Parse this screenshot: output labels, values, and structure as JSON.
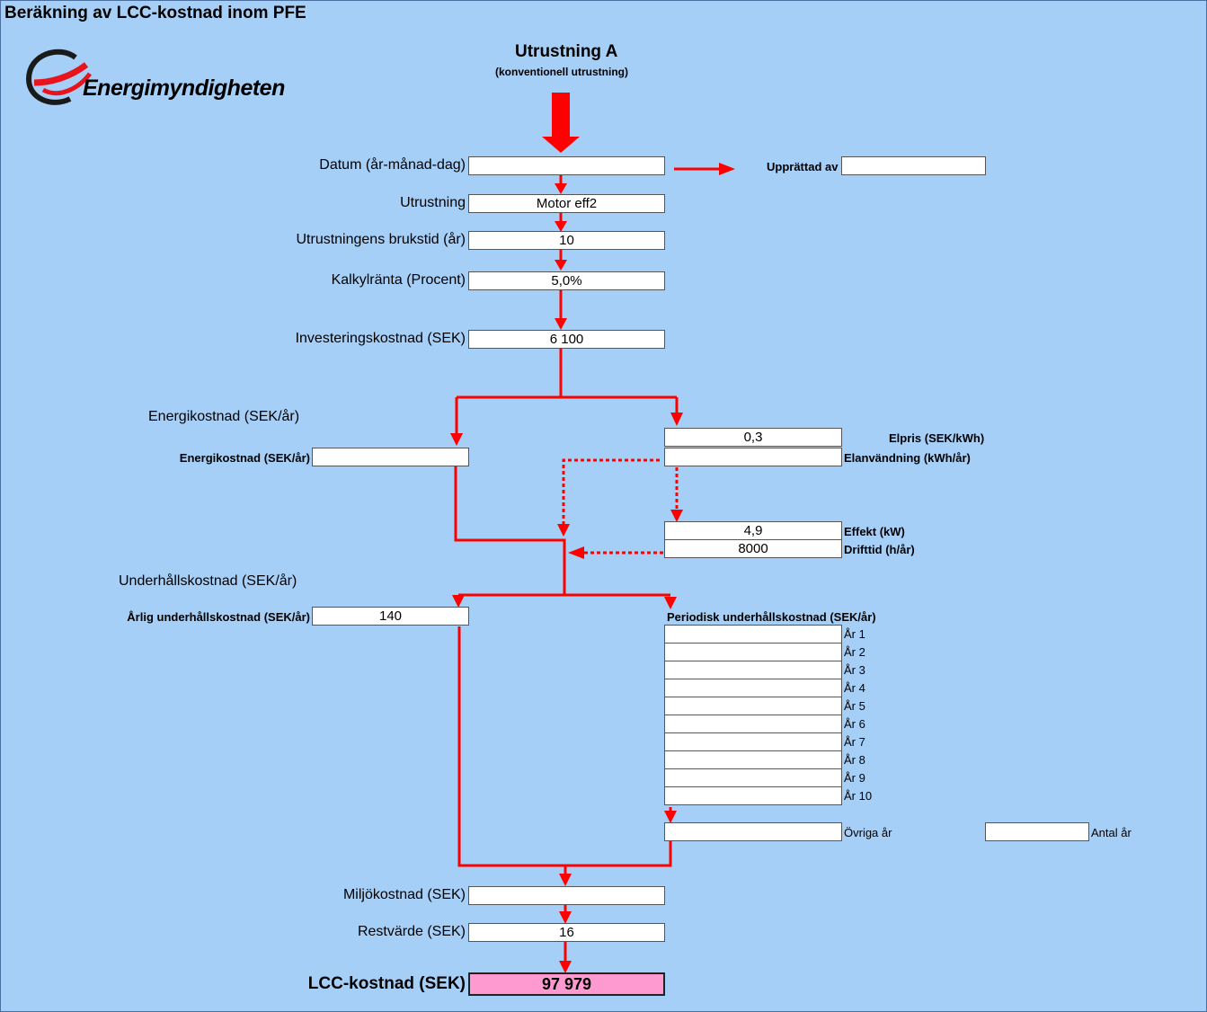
{
  "page_title": "Beräkning av LCC-kostnad inom PFE",
  "logo": {
    "name": "Energimyndigheten",
    "accent": "#e8141d"
  },
  "equipment": {
    "title": "Utrustning A",
    "subtitle": "(konventionell utrustning)"
  },
  "fields": {
    "datum": {
      "label": "Datum (år-månad-dag)",
      "value": ""
    },
    "upprattad_av": {
      "label": "Upprättad av",
      "value": ""
    },
    "utrustning": {
      "label": "Utrustning",
      "value": "Motor eff2"
    },
    "brukstid": {
      "label": "Utrustningens brukstid (år)",
      "value": "10"
    },
    "kalkylranta": {
      "label": "Kalkylränta (Procent)",
      "value": "5,0%"
    },
    "investering": {
      "label": "Investeringskostnad (SEK)",
      "value": "6 100"
    }
  },
  "energy": {
    "heading": "Energikostnad (SEK/år)",
    "cost_label": "Energikostnad (SEK/år)",
    "cost_value": "",
    "elpris_label": "Elpris (SEK/kWh)",
    "elpris_value": "0,3",
    "elanvandning_label": "Elanvändning (kWh/år)",
    "elanvandning_value": "",
    "effekt_label": "Effekt (kW)",
    "effekt_value": "4,9",
    "drifttid_label": "Drifttid (h/år)",
    "drifttid_value": "8000"
  },
  "maintenance": {
    "heading": "Underhållskostnad (SEK/år)",
    "annual_label": "Årlig underhållskostnad (SEK/år)",
    "annual_value": "140",
    "periodic_label": "Periodisk underhållskostnad (SEK/år)",
    "years": [
      {
        "label": "År 1",
        "value": ""
      },
      {
        "label": "År 2",
        "value": ""
      },
      {
        "label": "År 3",
        "value": ""
      },
      {
        "label": "År 4",
        "value": ""
      },
      {
        "label": "År 5",
        "value": ""
      },
      {
        "label": "År 6",
        "value": ""
      },
      {
        "label": "År 7",
        "value": ""
      },
      {
        "label": "År 8",
        "value": ""
      },
      {
        "label": "År 9",
        "value": ""
      },
      {
        "label": "År 10",
        "value": ""
      }
    ],
    "ovriga_label": "Övriga år",
    "ovriga_value": "",
    "antal_label": "Antal år",
    "antal_value": ""
  },
  "miljo": {
    "label": "Miljökostnad (SEK)",
    "value": ""
  },
  "restvarde": {
    "label": "Restvärde (SEK)",
    "value": "16"
  },
  "lcc": {
    "label": "LCC-kostnad (SEK)",
    "value": "97 979",
    "highlight": "#ff9ad0"
  },
  "colors": {
    "background": "#a6cff7",
    "arrow": "#ff0000"
  }
}
